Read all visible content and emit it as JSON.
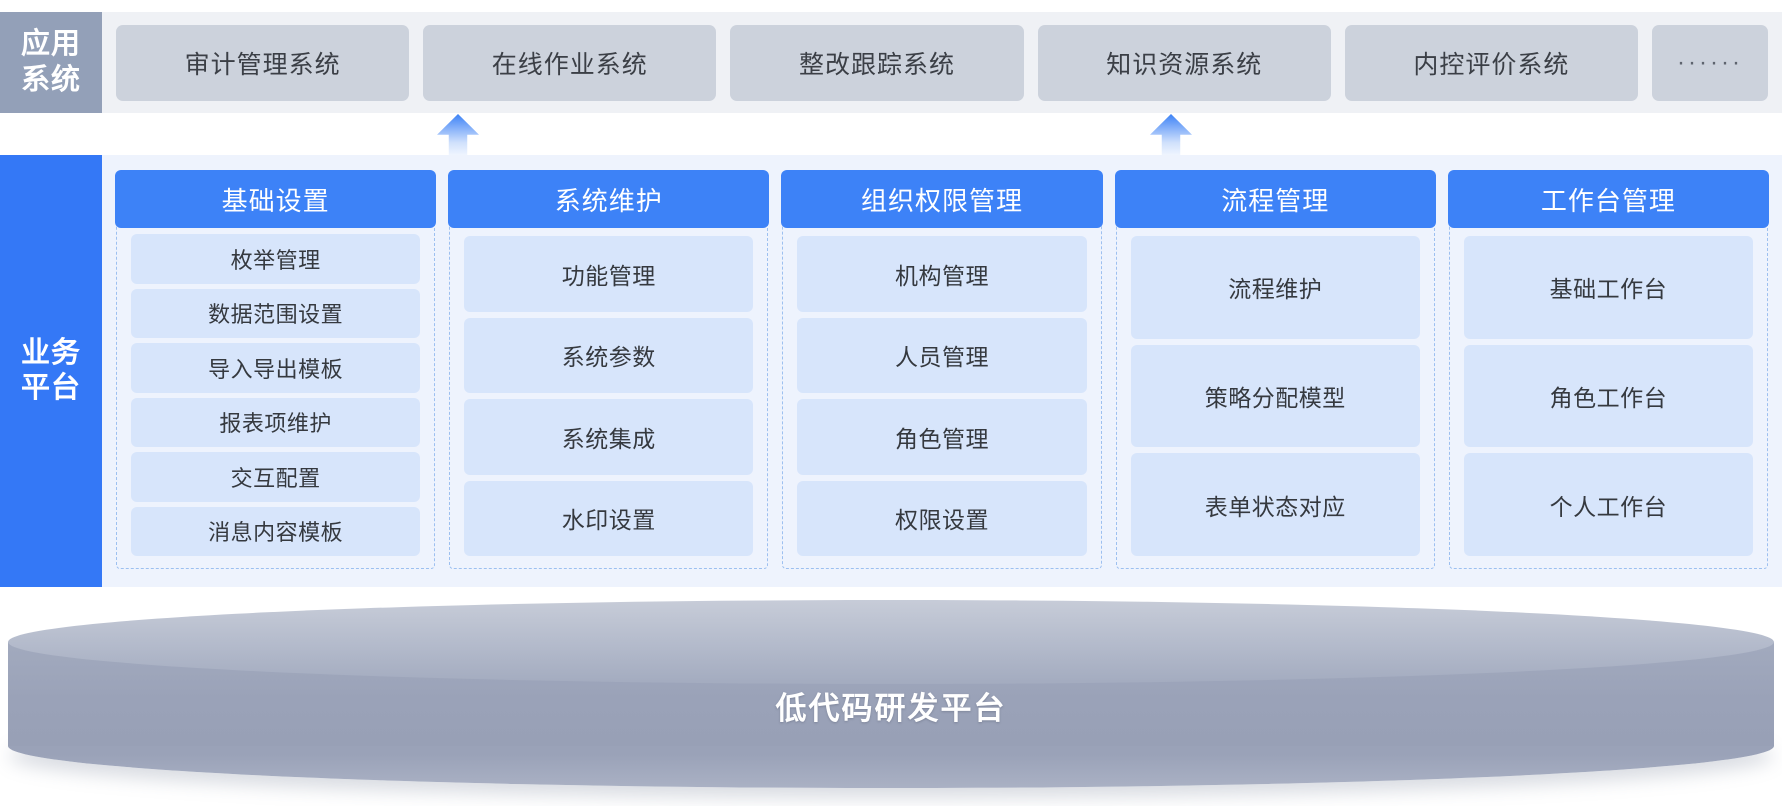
{
  "app_layer": {
    "label_line1": "应用",
    "label_line2": "系统",
    "accent": "#93a0b8",
    "systems": [
      {
        "label": "审计管理系统"
      },
      {
        "label": "在线作业系统"
      },
      {
        "label": "整改跟踪系统"
      },
      {
        "label": "知识资源系统"
      },
      {
        "label": "内控评价系统"
      },
      {
        "label": "······"
      }
    ]
  },
  "arrows": [
    {
      "name": "arrow-to-online-operation-system"
    },
    {
      "name": "arrow-to-internal-control-system"
    }
  ],
  "biz_layer": {
    "label_line1": "业务",
    "label_line2": "平台",
    "accent": "#3478f6",
    "header_color": "#3d82f7",
    "item_color": "#d7e5fb",
    "groups": [
      {
        "title": "基础设置",
        "dense": true,
        "items": [
          "枚举管理",
          "数据范围设置",
          "导入导出模板",
          "报表项维护",
          "交互配置",
          "消息内容模板"
        ]
      },
      {
        "title": "系统维护",
        "dense": false,
        "items": [
          "功能管理",
          "系统参数",
          "系统集成",
          "水印设置"
        ]
      },
      {
        "title": "组织权限管理",
        "dense": false,
        "items": [
          "机构管理",
          "人员管理",
          "角色管理",
          "权限设置"
        ]
      },
      {
        "title": "流程管理",
        "dense": false,
        "items": [
          "流程维护",
          "策略分配模型",
          "表单状态对应"
        ]
      },
      {
        "title": "工作台管理",
        "dense": false,
        "items": [
          "基础工作台",
          "角色工作台",
          "个人工作台"
        ]
      }
    ]
  },
  "platform_layer": {
    "label": "低代码研发平台",
    "color": "#9aa2b8"
  }
}
